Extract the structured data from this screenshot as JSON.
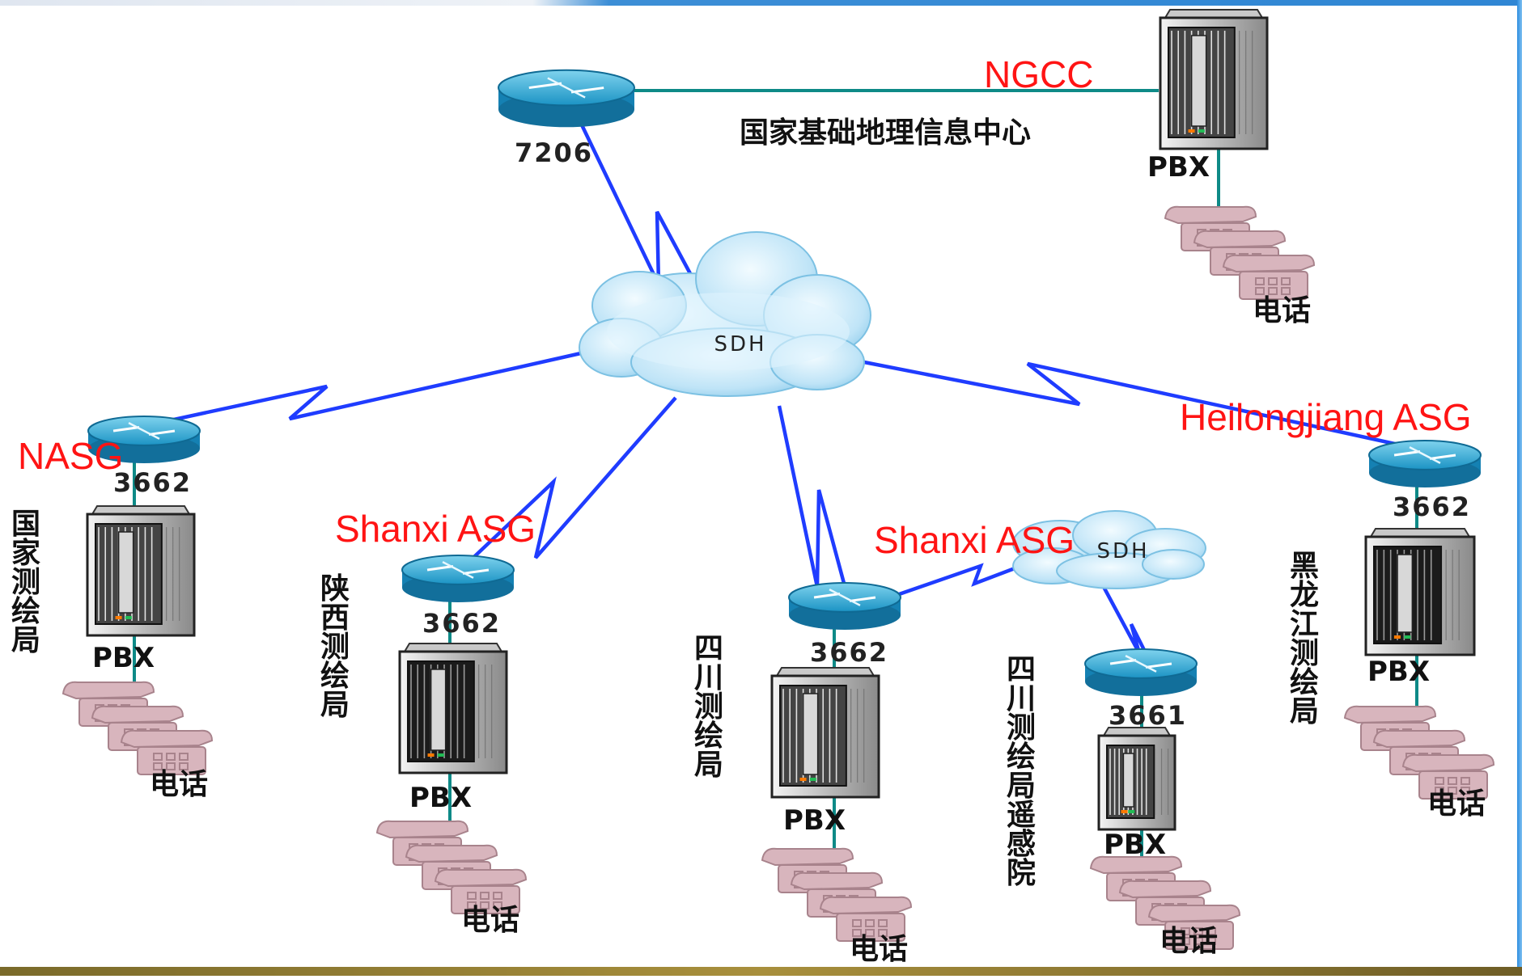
{
  "diagram": {
    "top_router_model": "7206",
    "center_info_title": "国家基础地理信息中心",
    "clouds": [
      {
        "id": "main",
        "label": "SDH"
      },
      {
        "id": "small",
        "label": "SDH"
      }
    ],
    "red_labels": {
      "ngcc": "NGCC",
      "nasg": "NASG",
      "shanxi_left": "Shanxi ASG",
      "shanxi_mid": "Shanxi ASG",
      "heilongjiang": "Heilongjiang ASG"
    },
    "pbx_label": "PBX",
    "phone_label": "电话",
    "router_models": {
      "nasg": "3662",
      "shanxi": "3662",
      "sichuan": "3662",
      "sichuan_rs": "3661",
      "heilongjiang": "3662"
    },
    "bureaus": {
      "nasg": [
        "国",
        "家",
        "测",
        "绘",
        "局"
      ],
      "shaanxi": [
        "陕",
        "西",
        "测",
        "绘",
        "局"
      ],
      "sichuan": [
        "四",
        "川",
        "测",
        "绘",
        "局"
      ],
      "sichuan_rs": [
        "四",
        "川",
        "测",
        "绘",
        "局",
        "遥",
        "感",
        "院"
      ],
      "heilongjiang": [
        "黑",
        "龙",
        "江",
        "测",
        "绘",
        "局"
      ]
    },
    "colors": {
      "link_blue": "#1f3cff",
      "line_teal": "#0e8a87",
      "label_red": "#ff1414",
      "router_cyan": "#1ba3cf"
    }
  }
}
